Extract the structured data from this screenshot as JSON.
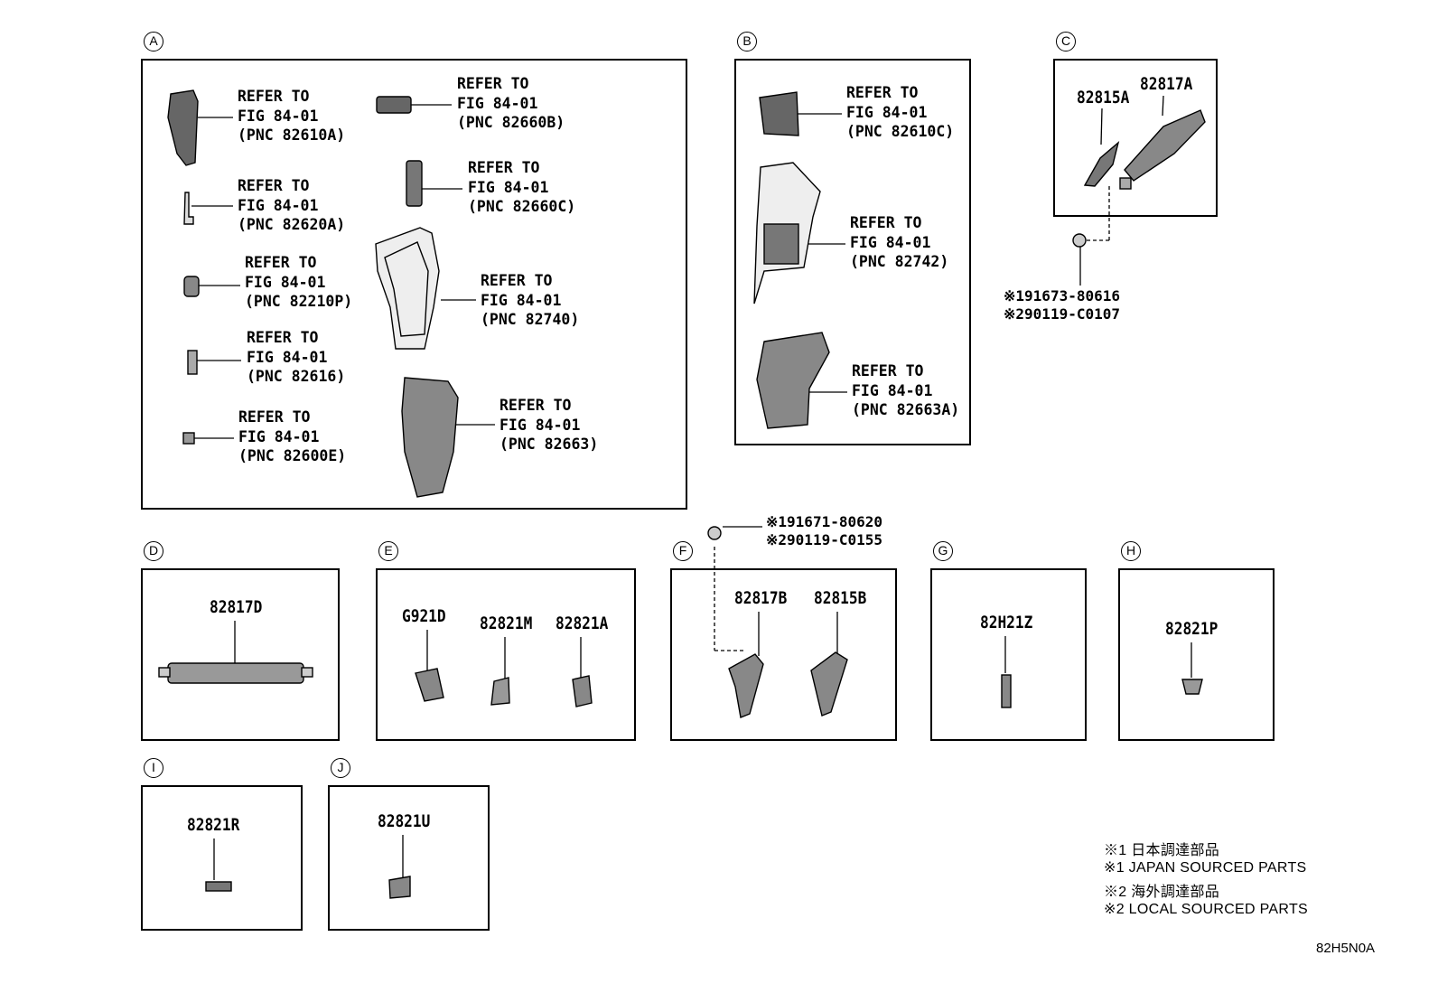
{
  "sections": {
    "A": {
      "letter": "A",
      "refs": [
        {
          "pnc": "(PNC 82610A)"
        },
        {
          "pnc": "(PNC 82660B)"
        },
        {
          "pnc": "(PNC 82620A)"
        },
        {
          "pnc": "(PNC 82660C)"
        },
        {
          "pnc": "(PNC 82210P)"
        },
        {
          "pnc": "(PNC 82740)"
        },
        {
          "pnc": "(PNC 82616)"
        },
        {
          "pnc": "(PNC 82663)"
        },
        {
          "pnc": "(PNC 82600E)"
        }
      ]
    },
    "B": {
      "letter": "B",
      "refs": [
        {
          "pnc": "(PNC 82610C)"
        },
        {
          "pnc": "(PNC 82742)"
        },
        {
          "pnc": "(PNC 82663A)"
        }
      ]
    },
    "C": {
      "letter": "C",
      "parts": [
        "82815A",
        "82817A"
      ],
      "bolt": [
        "※191673-80616",
        "※290119-C0107"
      ]
    },
    "D": {
      "letter": "D",
      "parts": [
        "82817D"
      ]
    },
    "E": {
      "letter": "E",
      "parts": [
        "G921D",
        "82821M",
        "82821A"
      ]
    },
    "F": {
      "letter": "F",
      "parts": [
        "82817B",
        "82815B"
      ],
      "bolt": [
        "※191671-80620",
        "※290119-C0155"
      ]
    },
    "G": {
      "letter": "G",
      "parts": [
        "82H21Z"
      ]
    },
    "H": {
      "letter": "H",
      "parts": [
        "82821P"
      ]
    },
    "I": {
      "letter": "I",
      "parts": [
        "82821R"
      ]
    },
    "J": {
      "letter": "J",
      "parts": [
        "82821U"
      ]
    }
  },
  "refer_line1": "REFER TO",
  "refer_line2": "FIG 84-01",
  "legend": [
    "※1 日本調達部品",
    "※1 JAPAN SOURCED PARTS",
    "※2 海外調達部品",
    "※2 LOCAL SOURCED PARTS"
  ],
  "diagram_code": "82H5N0A"
}
